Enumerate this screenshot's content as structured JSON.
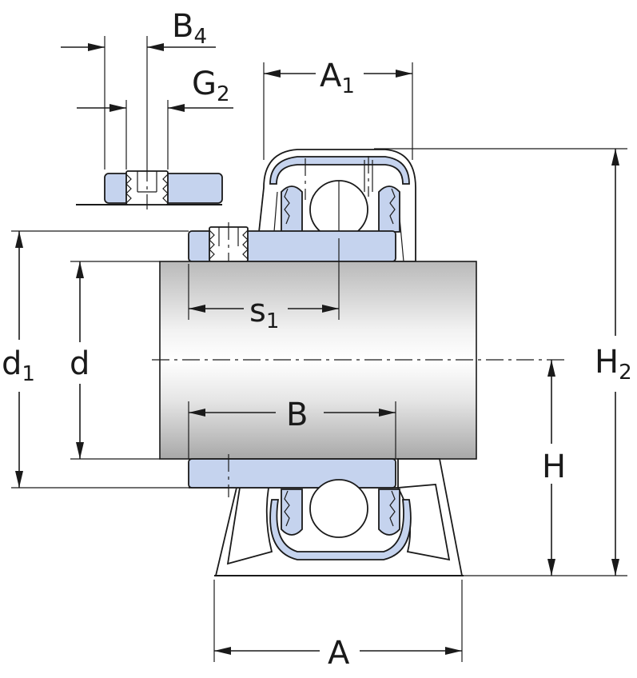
{
  "labels": {
    "B4": {
      "main": "B",
      "sub": "4"
    },
    "G2": {
      "main": "G",
      "sub": "2"
    },
    "A1": {
      "main": "A",
      "sub": "1"
    },
    "s1": {
      "main": "s",
      "sub": "1"
    },
    "d1": {
      "main": "d",
      "sub": "1"
    },
    "d": {
      "main": "d"
    },
    "B": {
      "main": "B"
    },
    "H2": {
      "main": "H",
      "sub": "2"
    },
    "H": {
      "main": "H"
    },
    "A": {
      "main": "A"
    }
  },
  "colors": {
    "steel_blue": "#c5d3ee",
    "line": "#1a1a1a",
    "background": "#ffffff"
  }
}
